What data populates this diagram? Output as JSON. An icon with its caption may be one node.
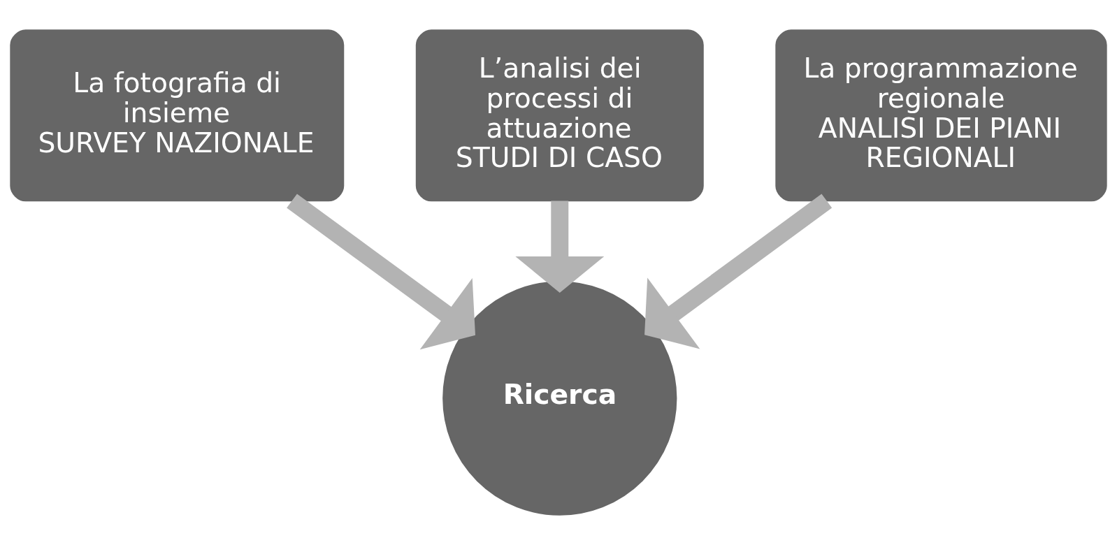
{
  "diagram": {
    "nodes": [
      {
        "text": [
          "La fotografia di insieme",
          "SURVEY NAZIONALE"
        ]
      },
      {
        "text": [
          "L’analisi dei processi di attuazione",
          "STUDI DI CASO"
        ]
      },
      {
        "text": [
          "La programmazione regionale",
          "ANALISI DEI PIANI REGIONALI"
        ]
      },
      {
        "text": [
          "Ricerca"
        ]
      }
    ],
    "edges": [
      {
        "from": 0,
        "to": 3,
        "arrow": "to"
      },
      {
        "from": 1,
        "to": 3,
        "arrow": "to"
      },
      {
        "from": 2,
        "to": 3,
        "arrow": "to"
      }
    ]
  }
}
